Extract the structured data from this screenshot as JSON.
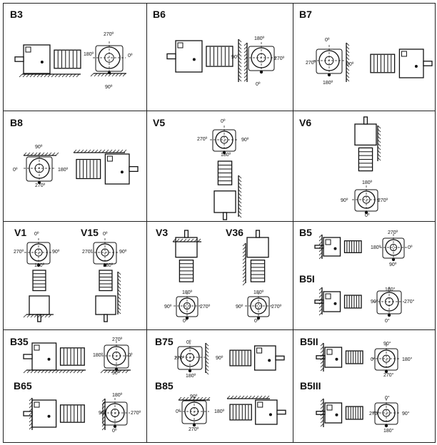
{
  "cells": {
    "b3": {
      "title": "B3",
      "deg": [
        "270º",
        "180º",
        "0º",
        "90º"
      ]
    },
    "b6": {
      "title": "B6",
      "deg": [
        "180º",
        "90º",
        "270º",
        "0º"
      ]
    },
    "b7": {
      "title": "B7",
      "deg": [
        "0º",
        "270º",
        "90º",
        "180º"
      ]
    },
    "b8": {
      "title": "B8",
      "deg": [
        "90º",
        "0º",
        "180º",
        "270º"
      ]
    },
    "v5": {
      "title": "V5",
      "deg": [
        "0º",
        "270º",
        "90º",
        "180º"
      ]
    },
    "v6": {
      "title": "V6",
      "deg": [
        "180º",
        "90º",
        "270º",
        "0º"
      ]
    },
    "v1": {
      "title": "V1",
      "deg": [
        "0º",
        "270º",
        "90º",
        "180º"
      ]
    },
    "v15": {
      "title": "V15",
      "deg": [
        "0º",
        "270º",
        "90º",
        "180º"
      ]
    },
    "v3": {
      "title": "V3",
      "deg": [
        "180º",
        "90º",
        "270º",
        "0º"
      ]
    },
    "v36": {
      "title": "V36",
      "deg": [
        "180º",
        "90º",
        "270º",
        "0º"
      ]
    },
    "b5": {
      "title": "B5",
      "deg": [
        "270º",
        "180º",
        "0º",
        "90º"
      ]
    },
    "b5i": {
      "title": "B5I",
      "deg": [
        "180°",
        "90°",
        "270°",
        "0°"
      ]
    },
    "b35": {
      "title": "B35",
      "deg": [
        "270º",
        "180º",
        "0º",
        "90º"
      ]
    },
    "b65": {
      "title": "B65",
      "deg": [
        "180º",
        "90º",
        "270º",
        "0º"
      ]
    },
    "b75": {
      "title": "B75",
      "deg": [
        "0º",
        "270º",
        "90º",
        "180º"
      ]
    },
    "b85": {
      "title": "B85",
      "deg": [
        "90º",
        "0º",
        "180º",
        "270º"
      ]
    },
    "b5ii": {
      "title": "B5II",
      "deg": [
        "90°",
        "0°",
        "180°",
        "270°"
      ]
    },
    "b5iii": {
      "title": "B5III",
      "deg": [
        "0°",
        "270°",
        "90°",
        "180°"
      ]
    }
  }
}
